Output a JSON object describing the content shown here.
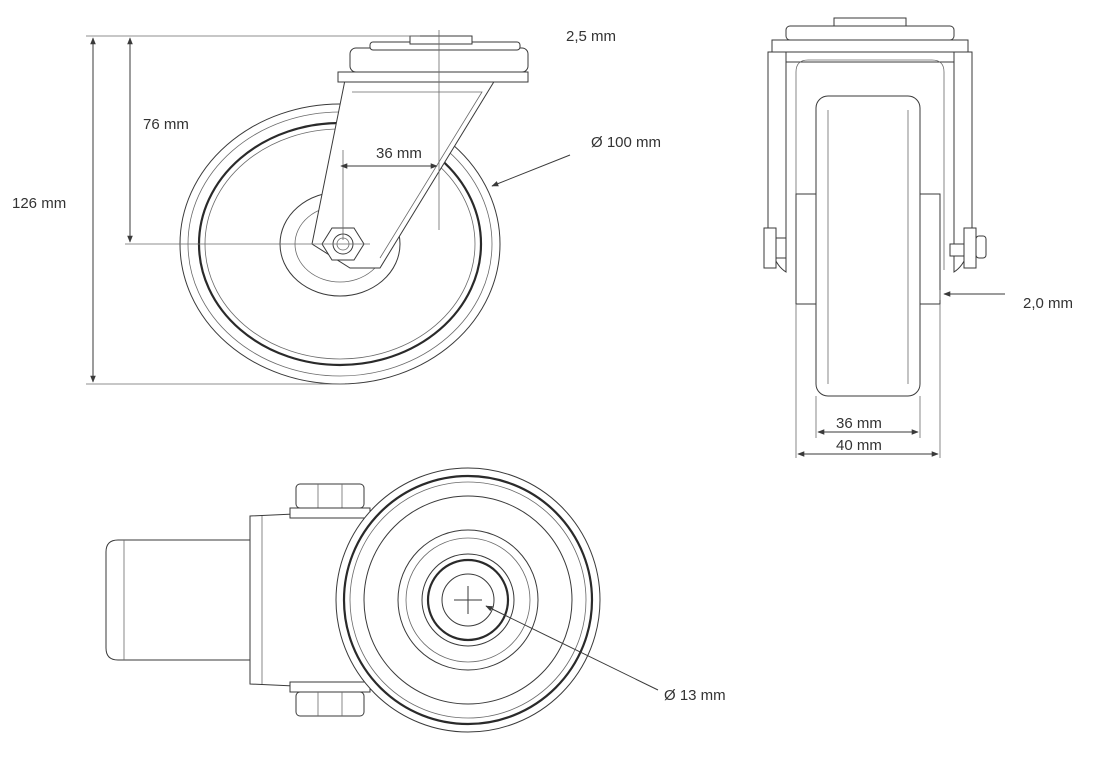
{
  "drawing": {
    "side_view": {
      "overall_height": "126 mm",
      "axle_height": "76 mm",
      "plate_thickness": "2,5 mm",
      "offset": "36 mm",
      "wheel_diameter": "Ø 100 mm"
    },
    "front_view": {
      "side_gap": "2,0 mm",
      "tread_width": "36 mm",
      "wheel_width": "40 mm"
    },
    "bottom_view": {
      "bore_diameter": "Ø 13 mm"
    }
  }
}
